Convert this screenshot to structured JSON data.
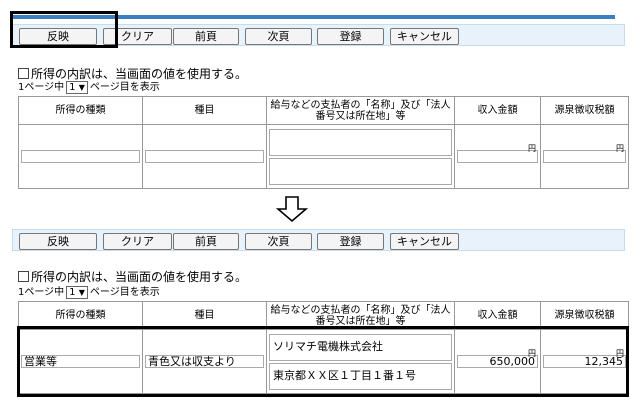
{
  "toolbar": {
    "buttons": [
      "反映",
      "クリア",
      "前頁",
      "次頁",
      "登録",
      "キャンセル"
    ]
  },
  "form": {
    "checkbox_label": "所得の内訳は、当画面の値を使用する。",
    "page_prefix": "1ページ中",
    "page_value": "1",
    "page_suffix": "ページ目を表示"
  },
  "table": {
    "headers": [
      "所得の種類",
      "種目",
      "給与などの支払者の「名称」及び「法人番号又は所在地」等",
      "収入金額",
      "源泉徴収税額"
    ],
    "yen_unit": "円"
  },
  "before": {
    "row": {
      "kind": "",
      "item": "",
      "payer_name": "",
      "payer_address": "",
      "income": "",
      "tax": ""
    }
  },
  "after": {
    "row": {
      "kind": "営業等",
      "item": "青色又は収支より",
      "payer_name": "ソリマチ電機株式会社",
      "payer_address": "東京都ＸＸ区１丁目１番１号",
      "income": "650,000",
      "tax": "12,345"
    }
  },
  "colors": {
    "accent": "#3c7fc1",
    "toolbar_bg": "#e8f2fb"
  }
}
